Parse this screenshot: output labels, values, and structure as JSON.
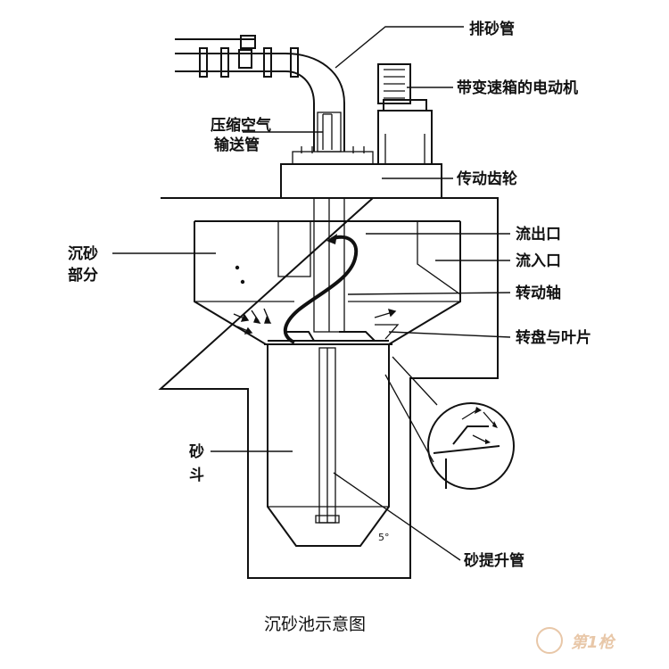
{
  "figure": {
    "caption": "沉砂池示意图",
    "watermark": "第1枪"
  },
  "labels": {
    "sand_discharge_pipe": "排砂管",
    "motor_with_gearbox": "带变速箱的电动机",
    "compressed_air_pipe_line1": "压缩空气",
    "compressed_air_pipe_line2": "输送管",
    "drive_gear": "传动齿轮",
    "outlet": "流出口",
    "inlet": "流入口",
    "settling_section_line1": "沉砂",
    "settling_section_line2": "部分",
    "rotating_shaft": "转动轴",
    "turntable_and_blades": "转盘与叶片",
    "sand_hopper_line1": "砂",
    "sand_hopper_line2": "斗",
    "sand_lift_pipe": "砂提升管",
    "angle_mark": "5°"
  },
  "colors": {
    "line": "#111111",
    "background": "#ffffff",
    "watermark": "#e8c7a8"
  }
}
